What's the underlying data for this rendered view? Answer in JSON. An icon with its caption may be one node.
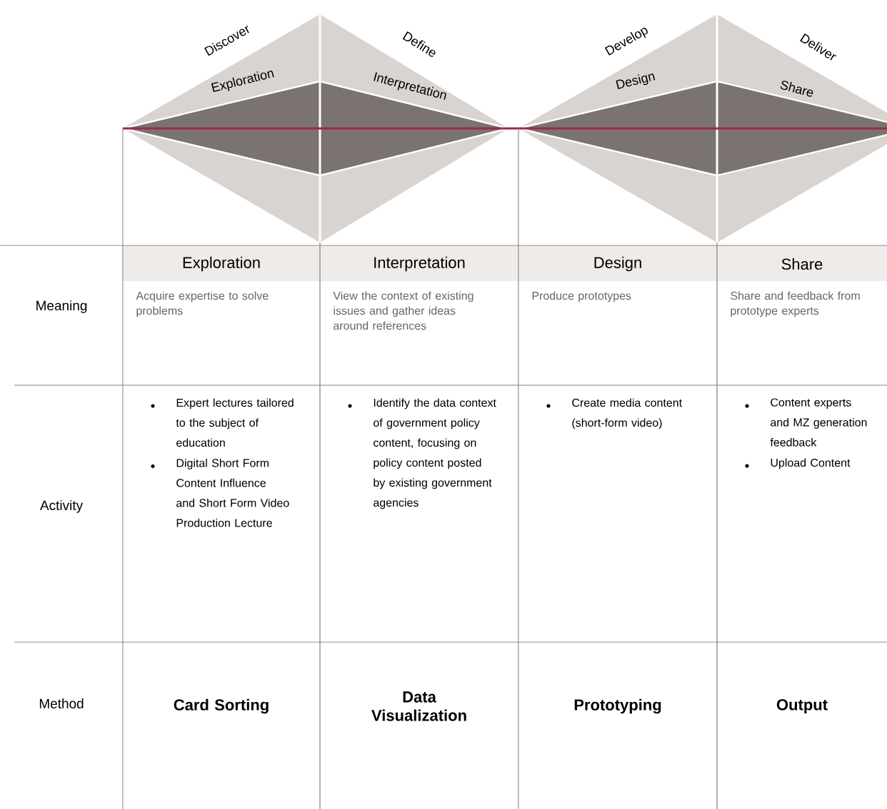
{
  "diagram": {
    "labels": [
      "Discover",
      "Exploration",
      "Define",
      "Interpretation",
      "Develop",
      "Design",
      "Deliver",
      "Share",
      "Exploration",
      "Interpretation",
      "Design",
      "Share",
      "Meaning",
      "Acquire expertise to solve problems",
      "View the context of existing issues and gather ideas around references",
      "Produce prototypes",
      "Share and feedback from prototype experts",
      "Activity",
      "Expert lectures tailored to the subject of education",
      "Digital Short Form Content Influence and Short Form Video Production Lecture",
      "Identify the data context of government policy content, focusing on policy content posted by existing government agencies",
      "Create media content (short-form video)",
      "Content experts and MZ generation feedback",
      "Upload Content",
      "Method",
      "Card Sorting",
      "Data Visualization",
      "Prototyping",
      "Output"
    ]
  }
}
